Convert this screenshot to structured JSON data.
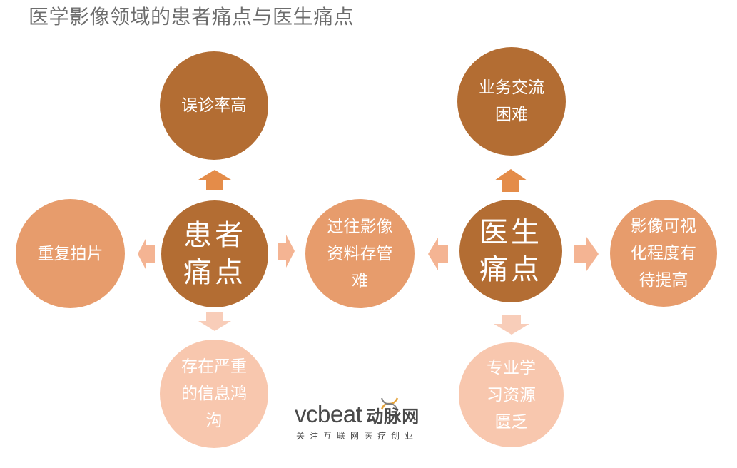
{
  "title": "医学影像领域的患者痛点与医生痛点",
  "colors": {
    "dark": "#B36D33",
    "medium": "#E79C6C",
    "light": "#F8C7AE",
    "arrow_dark": "#E48C49",
    "arrow_light": "#F4B493",
    "arrow_pale": "#F8CDB9"
  },
  "patient": {
    "center": "患者\n痛点",
    "top": "误诊率高",
    "left": "重复拍片",
    "bottom": "存在严重\n的信息鸿\n沟"
  },
  "doctor": {
    "center": "医生\n痛点",
    "top": "业务交流\n困难",
    "right": "影像可视\n化程度有\n待提高",
    "bottom": "专业学\n习资源\n匮乏"
  },
  "shared": "过往影像\n资料存管\n难",
  "logo": {
    "brand": "vcbeat",
    "brand_cn": "动脉网",
    "tagline": "关注互联网医疗创业"
  }
}
